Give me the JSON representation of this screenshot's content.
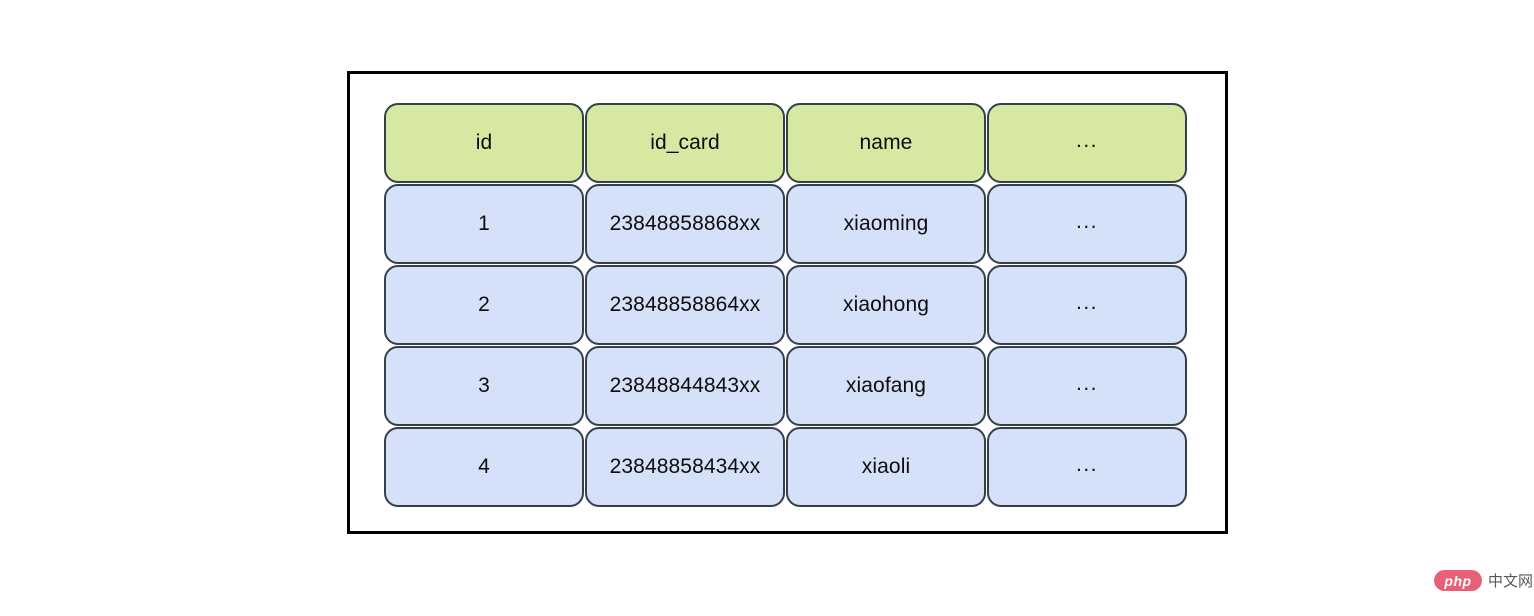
{
  "diagram": {
    "type": "database-table-illustration",
    "frame": {
      "border_color": "#000000"
    },
    "colors": {
      "header_fill": "#d7e8a3",
      "row_fill": "#d4e1f8",
      "cell_border": "#36404a",
      "text": "#0d0d0d",
      "canvas": "#ffffff"
    },
    "table": {
      "columns": [
        "id",
        "id_card",
        "name",
        "..."
      ],
      "rows": [
        {
          "id": "1",
          "id_card": "23848858868xx",
          "name": "xiaoming",
          "more": "..."
        },
        {
          "id": "2",
          "id_card": "23848858864xx",
          "name": "xiaohong",
          "more": "..."
        },
        {
          "id": "3",
          "id_card": "23848844843xx",
          "name": "xiaofang",
          "more": "..."
        },
        {
          "id": "4",
          "id_card": "23848858434xx",
          "name": "xiaoli",
          "more": "..."
        }
      ]
    }
  },
  "watermark": {
    "logo_text": "php",
    "site_text": "中文网",
    "logo_color": "#e8536b"
  }
}
